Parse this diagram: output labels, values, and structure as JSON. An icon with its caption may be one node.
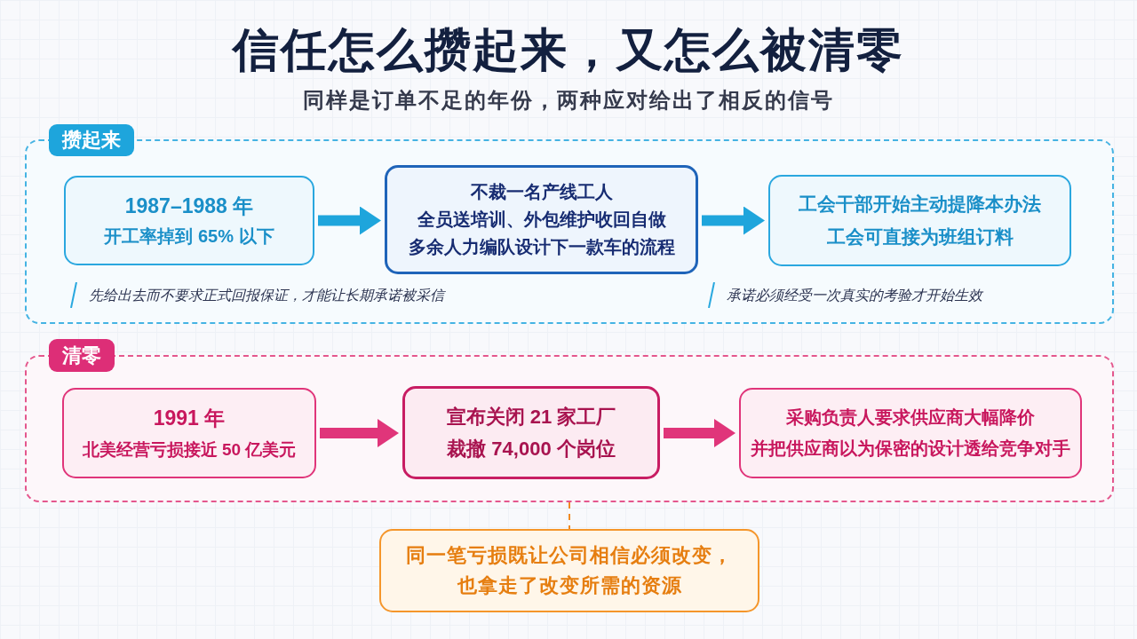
{
  "diagram": {
    "title": "信任怎么攒起来，又怎么被清零",
    "nodes": [
      {
        "text": [
          "攒起来"
        ]
      },
      {
        "text": [
          "1987–1988 年",
          "开工率掉到 65% 以下"
        ],
        "in": 0
      },
      {
        "text": [
          "不裁一名产线工人",
          "全员送培训、外包维护收回自做",
          "多余人力编队设计下一款车的流程"
        ],
        "in": 0
      },
      {
        "text": [
          "工会干部开始主动提降本办法",
          "工会可直接为班组订料"
        ],
        "in": 0
      },
      {
        "text": [
          "清零"
        ]
      },
      {
        "text": [
          "1991 年",
          "北美经营亏损接近 50 亿美元"
        ],
        "in": 4
      },
      {
        "text": [
          "宣布关闭 21 家工厂",
          "裁撤 74,000 个岗位"
        ],
        "in": 4
      },
      {
        "text": [
          "采购负责人要求供应商大幅降价",
          "并把供应商以为保密的设计透给竞争对手"
        ],
        "in": 4
      },
      {
        "text": [
          "同一笔亏损既让公司相信必须改变，也拿走了改变所需的资源"
        ]
      }
    ],
    "edges": [
      {
        "from": 1,
        "to": 2,
        "arrow": "to",
        "color": "#1ea5dc"
      },
      {
        "from": 2,
        "to": 3,
        "arrow": "to",
        "color": "#1ea5dc"
      },
      {
        "from": 5,
        "to": 6,
        "arrow": "to",
        "color": "#e0357a"
      },
      {
        "from": 6,
        "to": 7,
        "arrow": "to",
        "color": "#e0357a"
      },
      {
        "from": 4,
        "to": 8,
        "arrow": "none",
        "style": "dashed",
        "color": "#f08a24"
      }
    ],
    "labels": [
      "同样是订单不足的年份，两种应对给出了相反的信号",
      "先给出去而不要求正式回报保证，才能让长期承诺被采信",
      "承诺必须经受一次真实的考验才开始生效"
    ]
  }
}
